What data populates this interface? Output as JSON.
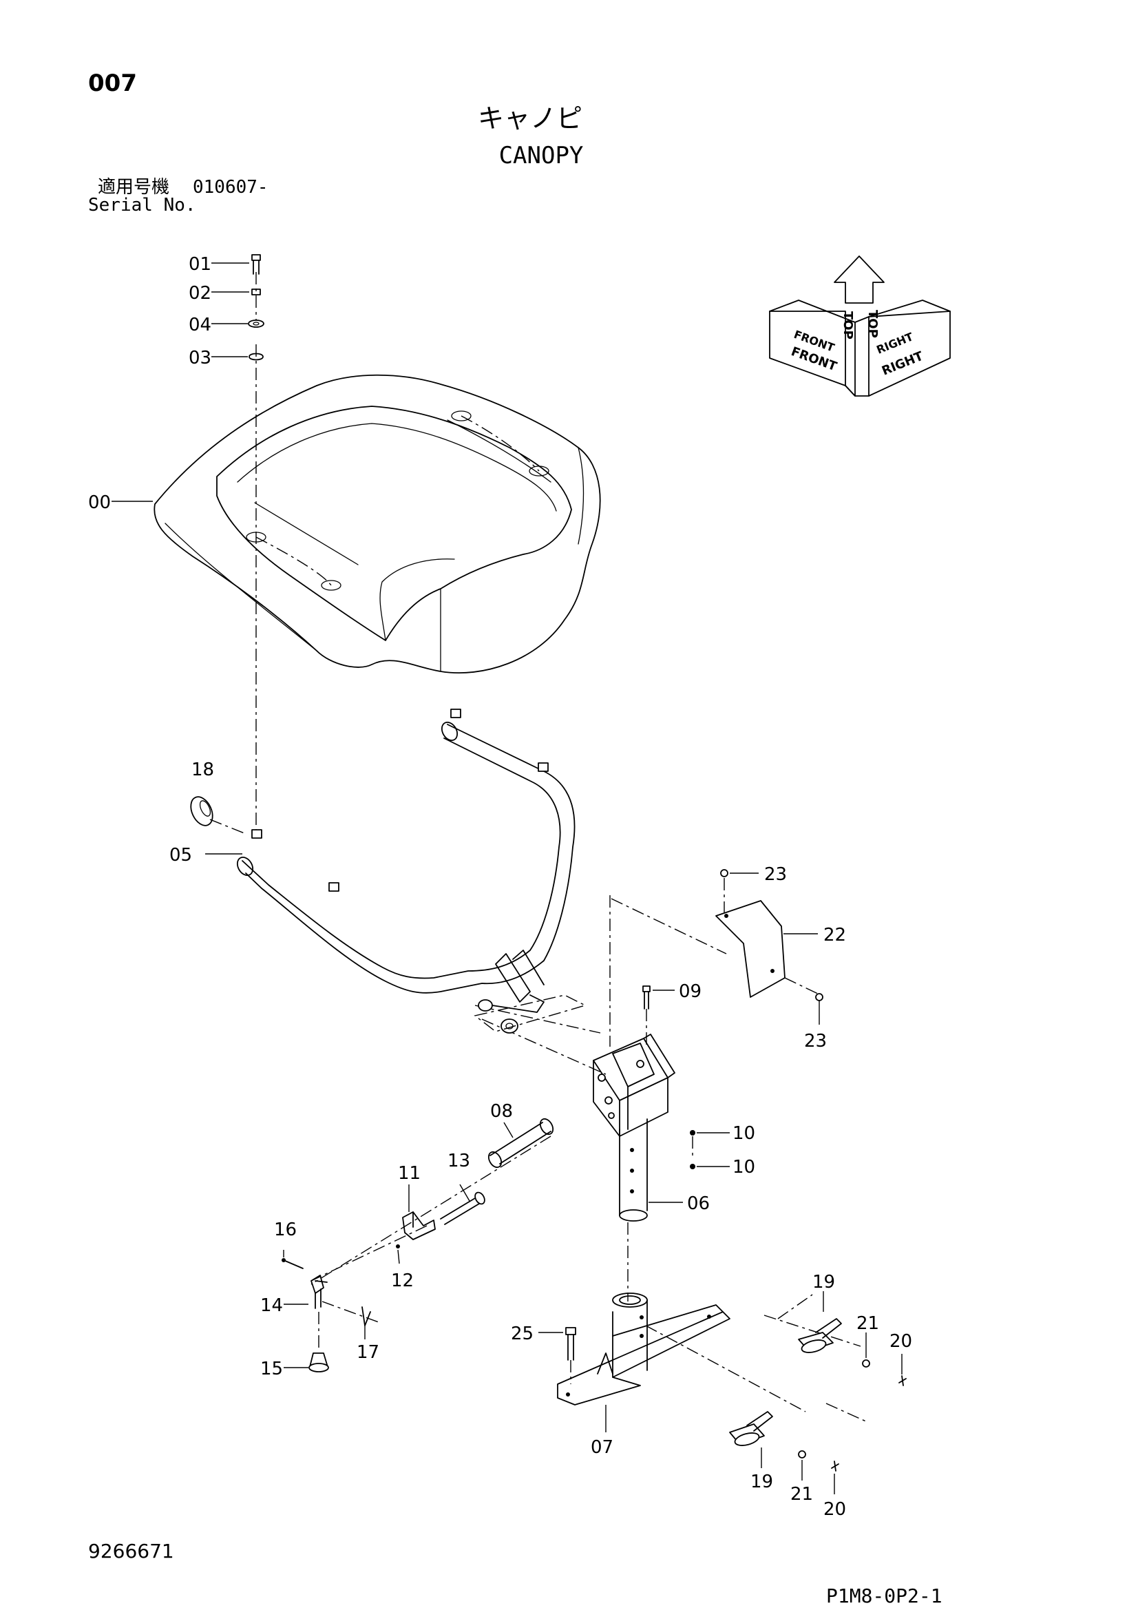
{
  "header": {
    "page_code": "007",
    "title_jp": "キャノピ",
    "title_en": "CANOPY",
    "serial_label_jp": "適用号機",
    "serial_value": "010607-",
    "serial_label_en": "Serial No."
  },
  "orientation": {
    "top": "TOP",
    "front": "FRONT",
    "right": "RIGHT"
  },
  "callouts": {
    "p00": "00",
    "p01": "01",
    "p02": "02",
    "p03": "03",
    "p04": "04",
    "p05": "05",
    "p06": "06",
    "p07": "07",
    "p08": "08",
    "p09": "09",
    "p10a": "10",
    "p10b": "10",
    "p11": "11",
    "p12": "12",
    "p13": "13",
    "p14": "14",
    "p15": "15",
    "p16": "16",
    "p17": "17",
    "p18": "18",
    "p19a": "19",
    "p19b": "19",
    "p20a": "20",
    "p20b": "20",
    "p21a": "21",
    "p21b": "21",
    "p22": "22",
    "p23a": "23",
    "p23b": "23",
    "p25": "25"
  },
  "footer": {
    "drawing_number": "9266671",
    "page_ref": "P1M8-0P2-1"
  }
}
